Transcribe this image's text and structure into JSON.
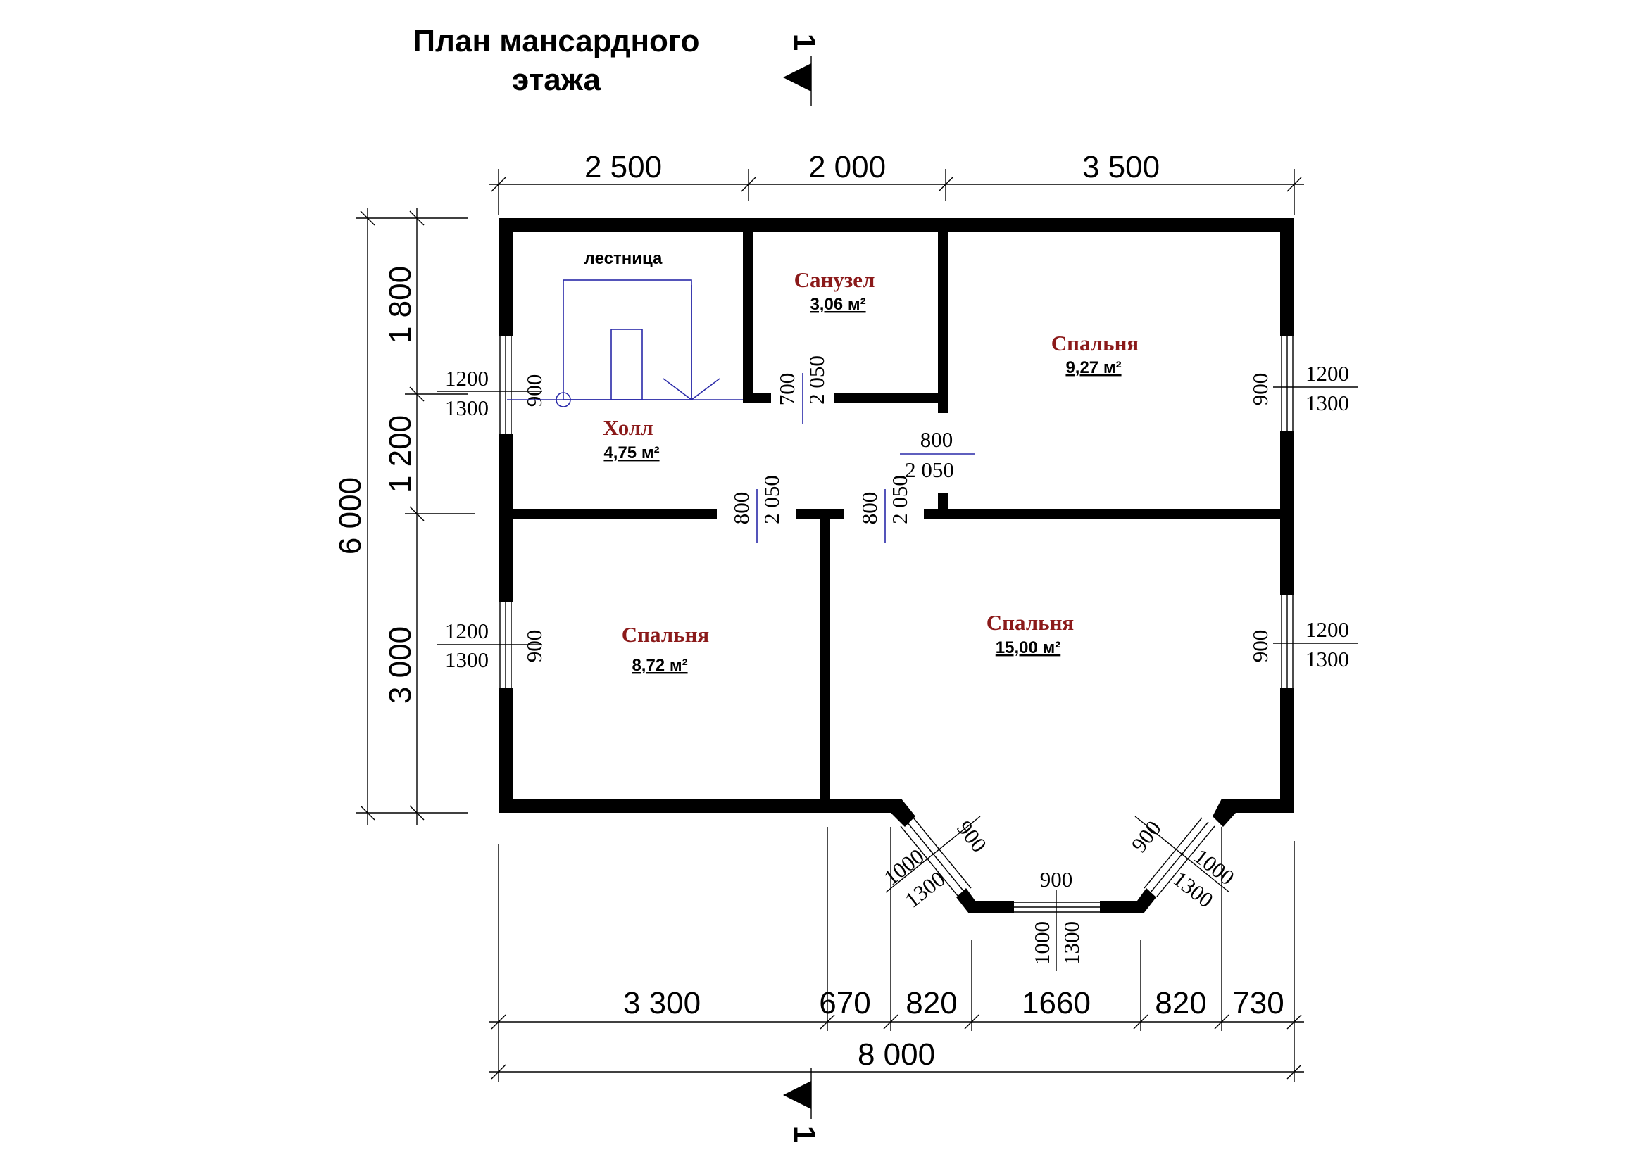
{
  "title": "План мансардного этажа",
  "title_line1": "План мансардного",
  "title_line2": "этажа",
  "section_mark": "1",
  "dims_top": [
    "2 500",
    "2 000",
    "3 500"
  ],
  "dims_left_outer": "6 000",
  "dims_left_inner": [
    "1 800",
    "1 200",
    "3 000"
  ],
  "dims_bottom_segments": [
    "3 300",
    "670",
    "820",
    "1660",
    "820",
    "730"
  ],
  "dims_bottom_total": "8 000",
  "rooms": {
    "stairs": {
      "label": "лестница"
    },
    "bath": {
      "name": "Санузел",
      "area": "3,06 м²"
    },
    "hall": {
      "name": "Холл",
      "area": "4,75 м²"
    },
    "bed1": {
      "name": "Спальня",
      "area": "9,27 м²"
    },
    "bed2": {
      "name": "Спальня",
      "area": "8,72 м²"
    },
    "bed3": {
      "name": "Спальня",
      "area": "15,00 м²"
    }
  },
  "windows": {
    "sill": "1200",
    "height": "1300",
    "width": "900",
    "bay_side_width": "900",
    "bay_side_height": "1000",
    "bay_side_sill": "1300",
    "bay_front_width": "900",
    "bay_front_height": "1000",
    "bay_front_sill": "1300"
  },
  "doors": {
    "bath_width": "700",
    "bath_height": "2 050",
    "bed1_width": "800",
    "bed1_height": "2 050",
    "bed2_width": "800",
    "bed2_height": "2 050",
    "bed3_width": "800",
    "bed3_height": "2 050"
  }
}
